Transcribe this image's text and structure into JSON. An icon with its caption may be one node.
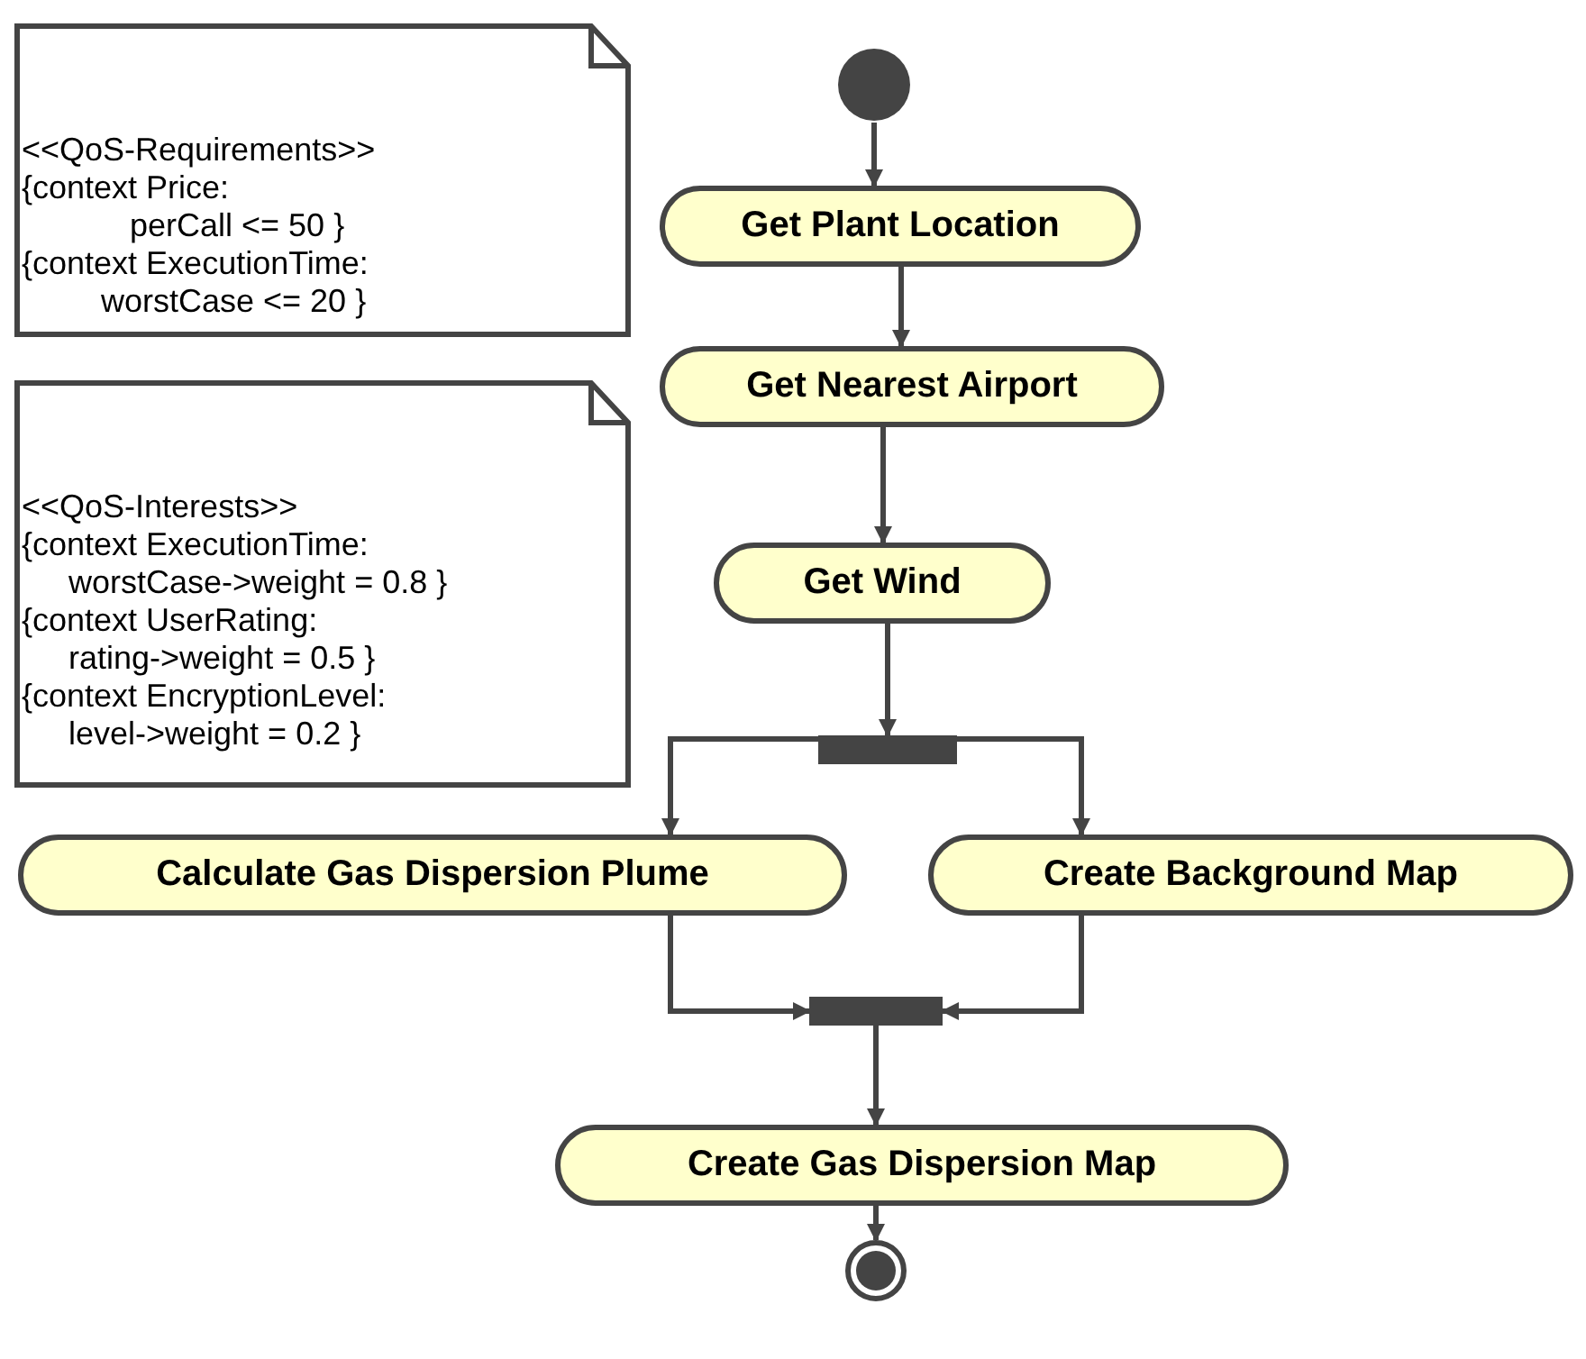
{
  "diagram": {
    "nodes": [
      {
        "text": [
          "<<QoS-Requirements>>",
          "{context Price: perCall <= 50 }",
          "{context ExecutionTime: worstCase <= 20 }"
        ]
      },
      {
        "text": [
          "<<QoS-Interests>>",
          "{context ExecutionTime: worstCase->weight = 0.8 }",
          "{context UserRating: rating->weight = 0.5 }",
          "{context EncryptionLevel: level->weight = 0.2 }"
        ]
      },
      {
        "text": [],
        "shape": "circle"
      },
      {
        "text": [
          "Get Plant Location"
        ]
      },
      {
        "text": [
          "Get Nearest Airport"
        ]
      },
      {
        "text": [
          "Get Wind"
        ]
      },
      {
        "text": [],
        "shape": "bar"
      },
      {
        "text": [
          "Calculate Gas Dispersion Plume"
        ]
      },
      {
        "text": [
          "Create Background Map"
        ]
      },
      {
        "text": [],
        "shape": "bar"
      },
      {
        "text": [
          "Create Gas Dispersion Map"
        ]
      },
      {
        "text": [],
        "shape": "bullseye"
      }
    ],
    "edges": [
      {
        "from": 2,
        "to": 3,
        "arrow": "to"
      },
      {
        "from": 3,
        "to": 4,
        "arrow": "to"
      },
      {
        "from": 4,
        "to": 5,
        "arrow": "to"
      },
      {
        "from": 5,
        "to": 6,
        "arrow": "to"
      },
      {
        "from": 6,
        "to": 7,
        "arrow": "to"
      },
      {
        "from": 6,
        "to": 8,
        "arrow": "to"
      },
      {
        "from": 7,
        "to": 9,
        "arrow": "to"
      },
      {
        "from": 8,
        "to": 9,
        "arrow": "to"
      },
      {
        "from": 9,
        "to": 10,
        "arrow": "to"
      },
      {
        "from": 10,
        "to": 11,
        "arrow": "to"
      }
    ]
  }
}
